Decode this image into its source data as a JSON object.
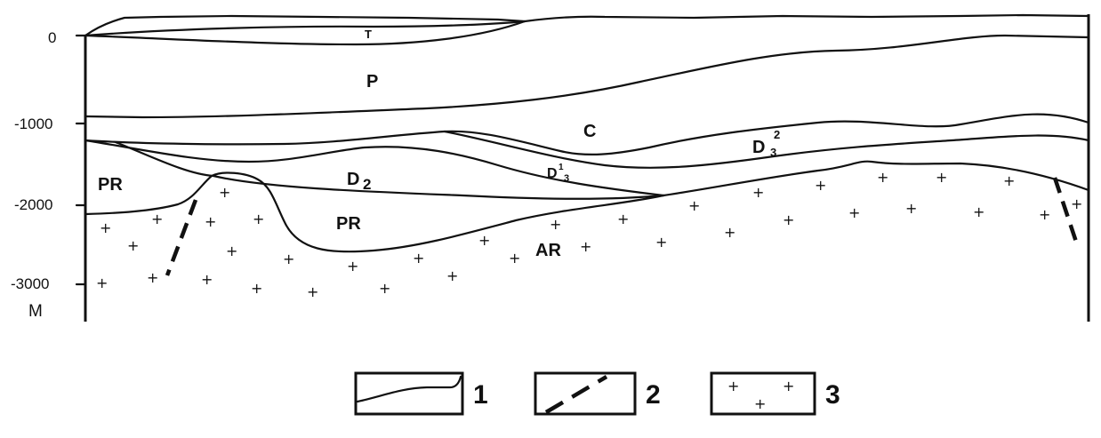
{
  "axis": {
    "ticks": [
      "0",
      "-1000",
      "-2000",
      "-3000"
    ],
    "unit": "M"
  },
  "units": {
    "T": "T",
    "P": "P",
    "C": "C",
    "D2": "D",
    "D2_sub": "2",
    "D3_1": "D",
    "D3_1_sup": "1",
    "D3_1_sub": "3",
    "D3_2": "D",
    "D3_2_sup": "2",
    "D3_2_sub": "3",
    "PR_left": "PR",
    "PR_center": "PR",
    "AR": "AR"
  },
  "legend": {
    "items": [
      {
        "number": "1",
        "symbol": "boundary-line"
      },
      {
        "number": "2",
        "symbol": "fault-line"
      },
      {
        "number": "3",
        "symbol": "crystalline-basement"
      }
    ]
  },
  "colors": {
    "ink": "#111111",
    "paper": "#ffffff"
  }
}
